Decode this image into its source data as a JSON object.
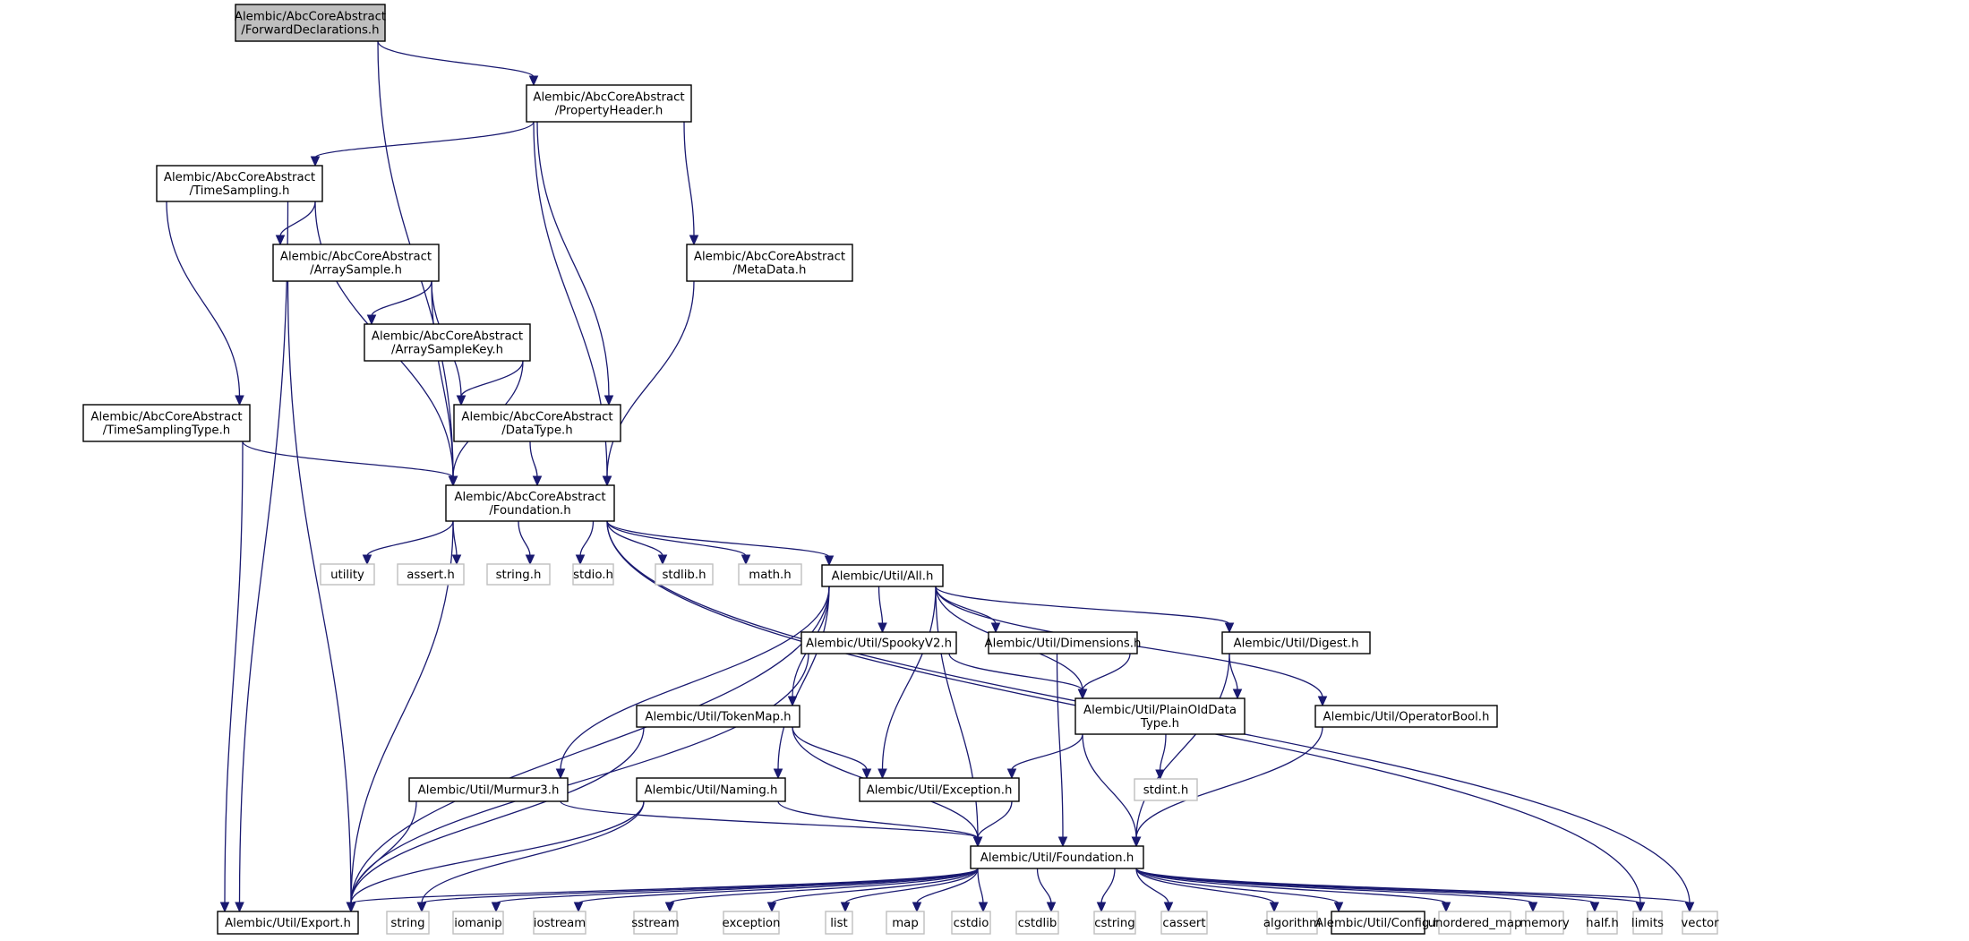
{
  "title": "Include dependency graph for Alembic/AbcCoreAbstract/ForwardDeclarations.h",
  "colors": {
    "edge": "#191970",
    "root_fill": "#bfbfbf",
    "local_border": "#000000",
    "system_border": "#bfbfbf"
  },
  "nodes": [
    {
      "id": "fwd",
      "kind": "root",
      "lines": [
        "Alembic/AbcCoreAbstract",
        "/ForwardDeclarations.h"
      ]
    },
    {
      "id": "prop",
      "kind": "local",
      "lines": [
        "Alembic/AbcCoreAbstract",
        "/PropertyHeader.h"
      ]
    },
    {
      "id": "ts",
      "kind": "local",
      "lines": [
        "Alembic/AbcCoreAbstract",
        "/TimeSampling.h"
      ]
    },
    {
      "id": "as",
      "kind": "local",
      "lines": [
        "Alembic/AbcCoreAbstract",
        "/ArraySample.h"
      ]
    },
    {
      "id": "md",
      "kind": "local",
      "lines": [
        "Alembic/AbcCoreAbstract",
        "/MetaData.h"
      ]
    },
    {
      "id": "ask",
      "kind": "local",
      "lines": [
        "Alembic/AbcCoreAbstract",
        "/ArraySampleKey.h"
      ]
    },
    {
      "id": "tst",
      "kind": "local",
      "lines": [
        "Alembic/AbcCoreAbstract",
        "/TimeSamplingType.h"
      ]
    },
    {
      "id": "dt",
      "kind": "local",
      "lines": [
        "Alembic/AbcCoreAbstract",
        "/DataType.h"
      ]
    },
    {
      "id": "acf",
      "kind": "local",
      "lines": [
        "Alembic/AbcCoreAbstract",
        "/Foundation.h"
      ]
    },
    {
      "id": "utility",
      "kind": "system",
      "lines": [
        "utility"
      ]
    },
    {
      "id": "assert",
      "kind": "system",
      "lines": [
        "assert.h"
      ]
    },
    {
      "id": "stringh",
      "kind": "system",
      "lines": [
        "string.h"
      ]
    },
    {
      "id": "stdio",
      "kind": "system",
      "lines": [
        "stdio.h"
      ]
    },
    {
      "id": "stdlib",
      "kind": "system",
      "lines": [
        "stdlib.h"
      ]
    },
    {
      "id": "math",
      "kind": "system",
      "lines": [
        "math.h"
      ]
    },
    {
      "id": "all",
      "kind": "local",
      "lines": [
        "Alembic/Util/All.h"
      ]
    },
    {
      "id": "spooky",
      "kind": "local",
      "lines": [
        "Alembic/Util/SpookyV2.h"
      ]
    },
    {
      "id": "dim",
      "kind": "local",
      "lines": [
        "Alembic/Util/Dimensions.h"
      ]
    },
    {
      "id": "digest",
      "kind": "local",
      "lines": [
        "Alembic/Util/Digest.h"
      ]
    },
    {
      "id": "pod",
      "kind": "local",
      "lines": [
        "Alembic/Util/PlainOldData",
        "Type.h"
      ]
    },
    {
      "id": "tokenmap",
      "kind": "local",
      "lines": [
        "Alembic/Util/TokenMap.h"
      ]
    },
    {
      "id": "opbool",
      "kind": "local",
      "lines": [
        "Alembic/Util/OperatorBool.h"
      ]
    },
    {
      "id": "stdint",
      "kind": "system",
      "lines": [
        "stdint.h"
      ]
    },
    {
      "id": "murmur",
      "kind": "local",
      "lines": [
        "Alembic/Util/Murmur3.h"
      ]
    },
    {
      "id": "naming",
      "kind": "local",
      "lines": [
        "Alembic/Util/Naming.h"
      ]
    },
    {
      "id": "exception",
      "kind": "local",
      "lines": [
        "Alembic/Util/Exception.h"
      ]
    },
    {
      "id": "uf",
      "kind": "local",
      "lines": [
        "Alembic/Util/Foundation.h"
      ]
    },
    {
      "id": "export",
      "kind": "local",
      "lines": [
        "Alembic/Util/Export.h"
      ]
    },
    {
      "id": "string",
      "kind": "system",
      "lines": [
        "string"
      ]
    },
    {
      "id": "iomanip",
      "kind": "system",
      "lines": [
        "iomanip"
      ]
    },
    {
      "id": "iostream",
      "kind": "system",
      "lines": [
        "iostream"
      ]
    },
    {
      "id": "sstream",
      "kind": "system",
      "lines": [
        "sstream"
      ]
    },
    {
      "id": "exceptionstd",
      "kind": "system",
      "lines": [
        "exception"
      ]
    },
    {
      "id": "list",
      "kind": "system",
      "lines": [
        "list"
      ]
    },
    {
      "id": "map",
      "kind": "system",
      "lines": [
        "map"
      ]
    },
    {
      "id": "cstdio",
      "kind": "system",
      "lines": [
        "cstdio"
      ]
    },
    {
      "id": "cstdlib",
      "kind": "system",
      "lines": [
        "cstdlib"
      ]
    },
    {
      "id": "cstring",
      "kind": "system",
      "lines": [
        "cstring"
      ]
    },
    {
      "id": "cassert",
      "kind": "system",
      "lines": [
        "cassert"
      ]
    },
    {
      "id": "algorithm",
      "kind": "system",
      "lines": [
        "algorithm"
      ]
    },
    {
      "id": "config",
      "kind": "local",
      "lines": [
        "Alembic/Util/Config.h"
      ]
    },
    {
      "id": "umap",
      "kind": "system",
      "lines": [
        "unordered_map"
      ]
    },
    {
      "id": "memory",
      "kind": "system",
      "lines": [
        "memory"
      ]
    },
    {
      "id": "half",
      "kind": "system",
      "lines": [
        "half.h"
      ]
    },
    {
      "id": "limits",
      "kind": "system",
      "lines": [
        "limits"
      ]
    },
    {
      "id": "vector",
      "kind": "system",
      "lines": [
        "vector"
      ]
    }
  ],
  "edges": [
    [
      "fwd",
      "prop"
    ],
    [
      "fwd",
      "acf"
    ],
    [
      "prop",
      "ts"
    ],
    [
      "prop",
      "dt"
    ],
    [
      "prop",
      "acf"
    ],
    [
      "prop",
      "md"
    ],
    [
      "ts",
      "as"
    ],
    [
      "ts",
      "tst"
    ],
    [
      "ts",
      "acf"
    ],
    [
      "ts",
      "export"
    ],
    [
      "as",
      "ask"
    ],
    [
      "as",
      "dt"
    ],
    [
      "as",
      "acf"
    ],
    [
      "as",
      "export"
    ],
    [
      "md",
      "acf"
    ],
    [
      "ask",
      "dt"
    ],
    [
      "ask",
      "acf"
    ],
    [
      "tst",
      "acf"
    ],
    [
      "tst",
      "export"
    ],
    [
      "dt",
      "acf"
    ],
    [
      "acf",
      "utility"
    ],
    [
      "acf",
      "assert"
    ],
    [
      "acf",
      "stringh"
    ],
    [
      "acf",
      "stdio"
    ],
    [
      "acf",
      "stdlib"
    ],
    [
      "acf",
      "math"
    ],
    [
      "acf",
      "all"
    ],
    [
      "acf",
      "export"
    ],
    [
      "acf",
      "limits"
    ],
    [
      "acf",
      "vector"
    ],
    [
      "all",
      "spooky"
    ],
    [
      "all",
      "dim"
    ],
    [
      "all",
      "digest"
    ],
    [
      "all",
      "pod"
    ],
    [
      "all",
      "tokenmap"
    ],
    [
      "all",
      "opbool"
    ],
    [
      "all",
      "murmur"
    ],
    [
      "all",
      "naming"
    ],
    [
      "all",
      "exception"
    ],
    [
      "all",
      "uf"
    ],
    [
      "all",
      "export"
    ],
    [
      "spooky",
      "pod"
    ],
    [
      "spooky",
      "export"
    ],
    [
      "dim",
      "pod"
    ],
    [
      "dim",
      "uf"
    ],
    [
      "digest",
      "pod"
    ],
    [
      "digest",
      "uf"
    ],
    [
      "pod",
      "exception"
    ],
    [
      "pod",
      "stdint"
    ],
    [
      "pod",
      "uf"
    ],
    [
      "tokenmap",
      "exception"
    ],
    [
      "tokenmap",
      "uf"
    ],
    [
      "tokenmap",
      "export"
    ],
    [
      "opbool",
      "uf"
    ],
    [
      "murmur",
      "uf"
    ],
    [
      "murmur",
      "export"
    ],
    [
      "naming",
      "uf"
    ],
    [
      "naming",
      "string"
    ],
    [
      "naming",
      "export"
    ],
    [
      "exception",
      "uf"
    ],
    [
      "uf",
      "export"
    ],
    [
      "uf",
      "string"
    ],
    [
      "uf",
      "iomanip"
    ],
    [
      "uf",
      "iostream"
    ],
    [
      "uf",
      "sstream"
    ],
    [
      "uf",
      "exceptionstd"
    ],
    [
      "uf",
      "list"
    ],
    [
      "uf",
      "map"
    ],
    [
      "uf",
      "cstdio"
    ],
    [
      "uf",
      "cstdlib"
    ],
    [
      "uf",
      "cstring"
    ],
    [
      "uf",
      "cassert"
    ],
    [
      "uf",
      "algorithm"
    ],
    [
      "uf",
      "config"
    ],
    [
      "uf",
      "umap"
    ],
    [
      "uf",
      "memory"
    ],
    [
      "uf",
      "half"
    ],
    [
      "uf",
      "limits"
    ],
    [
      "uf",
      "vector"
    ]
  ]
}
